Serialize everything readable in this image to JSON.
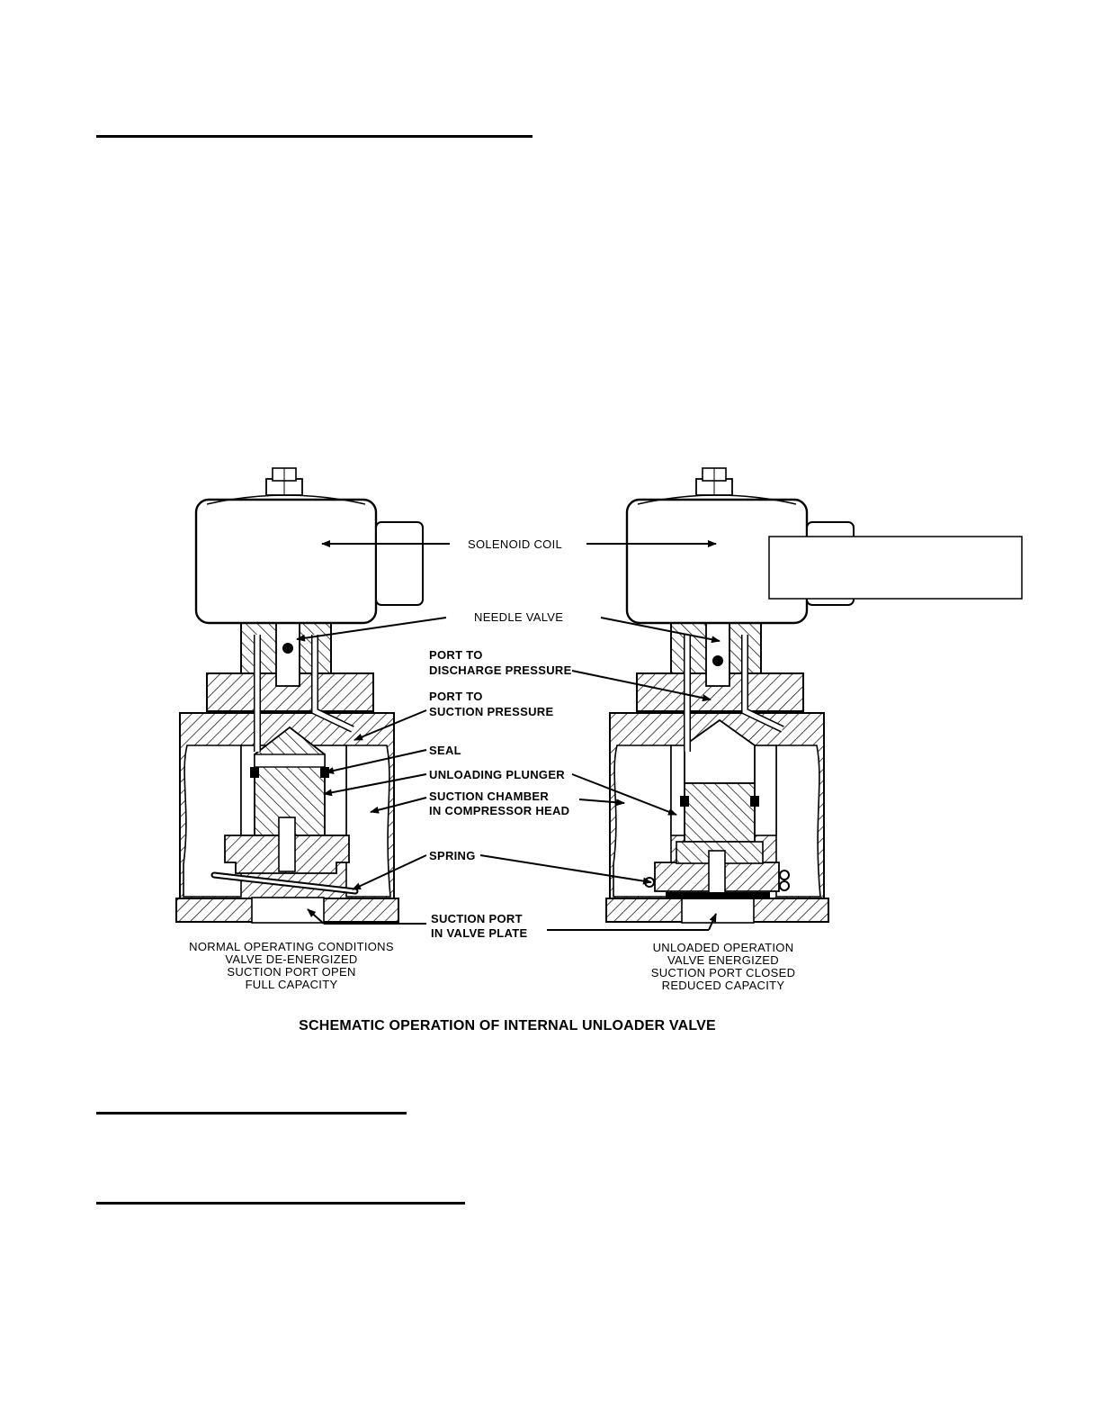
{
  "labels": {
    "solenoid_coil": "SOLENOID COIL",
    "needle_valve": "NEEDLE VALVE",
    "port_discharge_1": "PORT TO",
    "port_discharge_2": "DISCHARGE PRESSURE",
    "port_suction_1": "PORT TO",
    "port_suction_2": "SUCTION PRESSURE",
    "seal": "SEAL",
    "unloading_plunger": "UNLOADING PLUNGER",
    "suction_chamber_1": "SUCTION CHAMBER",
    "suction_chamber_2": "IN COMPRESSOR HEAD",
    "spring": "SPRING",
    "suction_port_1": "SUCTION PORT",
    "suction_port_2": "IN VALVE PLATE"
  },
  "captions": {
    "left": [
      "NORMAL OPERATING CONDITIONS",
      "VALVE DE-ENERGIZED",
      "SUCTION PORT OPEN",
      "FULL CAPACITY"
    ],
    "right": [
      "UNLOADED OPERATION",
      "VALVE ENERGIZED",
      "SUCTION PORT CLOSED",
      "REDUCED CAPACITY"
    ]
  },
  "title": "SCHEMATIC OPERATION OF INTERNAL UNLOADER VALVE"
}
